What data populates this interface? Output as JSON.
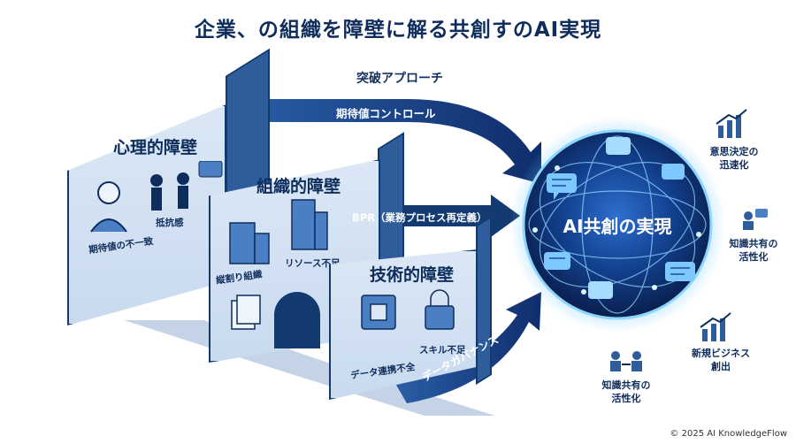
{
  "title": "企業、の組織を障壁に解る共創すのAI実現",
  "approach_title": "突破アプローチ",
  "arrows": [
    {
      "label": "期待値コントロール",
      "icon": "arrow-right"
    },
    {
      "label": "BPR（業務プロセス再定義）",
      "icon": "arrow-right"
    },
    {
      "label": "データガバナンス",
      "icon": "arrow-right"
    }
  ],
  "walls": [
    {
      "title": "心理的障壁",
      "labels": [
        "期待値の不一致",
        "抵抗感"
      ],
      "icons": [
        "worried-person-icon",
        "resisting-people-icon",
        "chat-bubble-icon"
      ]
    },
    {
      "title": "組織的障壁",
      "labels": [
        "縦割り組織",
        "リソース不足"
      ],
      "icons": [
        "building-icon",
        "tall-building-icon",
        "document-icon",
        "coins-icon"
      ]
    },
    {
      "title": "技術的障壁",
      "labels": [
        "データ連携不全",
        "スキル不足"
      ],
      "icons": [
        "chip-icon",
        "lock-icon"
      ]
    }
  ],
  "globe": {
    "label": "AI共創の実現"
  },
  "outcomes": [
    {
      "label": "意思決定の\n迅速化",
      "icon": "bar-chart-up-icon"
    },
    {
      "label": "知識共有の\n活性化",
      "icon": "people-share-icon"
    },
    {
      "label": "新規ビジネス\n創出",
      "icon": "bar-chart-up-icon"
    },
    {
      "label": "知識共有の\n活性化",
      "icon": "people-exchange-icon"
    }
  ],
  "copyright": "© 2025 AI KnowledgeFlow",
  "colors": {
    "navy": "#0f2d5c",
    "wall_face": "#d3e2f3",
    "wall_side": "#2f5c9a",
    "glow": "#5fc3ff"
  }
}
